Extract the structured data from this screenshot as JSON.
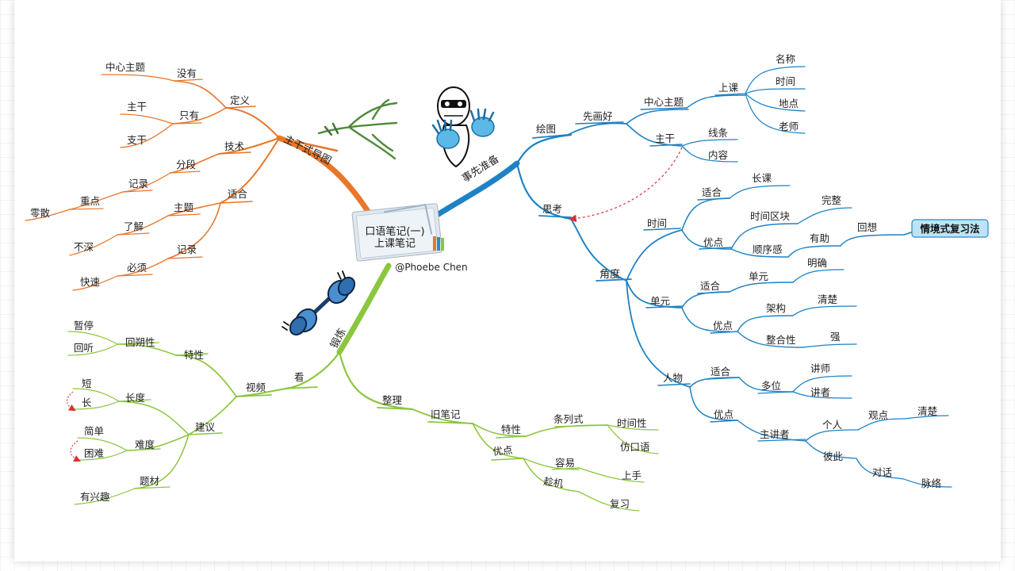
{
  "center": {
    "line1": "口语笔记(一)",
    "line2": "上课笔记",
    "credit": "@Phoebe Chen"
  },
  "colors": {
    "orange": "#e8772a",
    "blue": "#1e82c4",
    "green": "#8cc63e",
    "red_dash": "#d9322e",
    "badge_fill": "#bfe3f6",
    "badge_stroke": "#2a8bc4"
  },
  "branch_orange": {
    "main": "主干式导图",
    "def": "定义",
    "def_none": "没有",
    "def_none_topic": "中心主题",
    "def_only": "只有",
    "def_only_trunk": "主干",
    "def_only_branch": "支干",
    "tech": "技术",
    "tech_seg": "分段",
    "tech_seg_record": "记录",
    "tech_seg_key": "重点",
    "tech_seg_scatter": "零散",
    "fit": "适合",
    "fit_topic": "主题",
    "fit_understand": "了解",
    "fit_shallow": "不深",
    "fit_record": "记录",
    "fit_must": "必须",
    "fit_fast": "快速"
  },
  "branch_blue": {
    "main": "事先准备",
    "draw": "绘图",
    "draw_first": "先画好",
    "center_topic": "中心主题",
    "class": "上课",
    "name": "名称",
    "time": "时间",
    "place": "地点",
    "teacher": "老师",
    "trunk": "主干",
    "lines": "线条",
    "content": "内容",
    "think": "思考",
    "angle": "角度",
    "angle_time": "时间",
    "at_fit": "适合",
    "at_long": "长课",
    "at_adv": "优点",
    "at_block": "时间区块",
    "at_complete": "完整",
    "at_order": "顺序感",
    "at_help": "有助",
    "at_recall": "回想",
    "badge": "情境式复习法",
    "unit": "单元",
    "u_fit": "适合",
    "u_unit": "单元",
    "u_clear1": "明确",
    "u_adv": "优点",
    "u_struct": "架构",
    "u_clear2": "清楚",
    "u_integ": "整合性",
    "u_strong": "强",
    "people": "人物",
    "p_fit": "适合",
    "p_multi": "多位",
    "p_lecturer": "讲师",
    "p_speaker": "讲者",
    "p_adv": "优点",
    "p_main_speaker": "主讲者",
    "p_indiv": "个人",
    "p_view": "观点",
    "p_clear": "清楚",
    "p_each": "彼此",
    "p_dialog": "对话",
    "p_context": "脉络"
  },
  "branch_green": {
    "main": "锻炼",
    "watch": "看",
    "video": "视频",
    "feature": "特性",
    "rewind": "回朔性",
    "pause": "暂停",
    "replay": "回听",
    "suggest": "建议",
    "length": "长度",
    "short": "短",
    "long": "长",
    "difficulty": "难度",
    "simple": "简单",
    "hard": "困难",
    "topic": "题材",
    "interest": "有兴趣",
    "organize": "整理",
    "old_notes": "旧笔记",
    "o_feature": "特性",
    "o_list": "条列式",
    "o_timely": "时间性",
    "o_mimic": "仿口语",
    "o_adv": "优点",
    "o_easy": "容易",
    "o_start": "上手",
    "o_chance": "趁机",
    "o_review": "复习"
  }
}
